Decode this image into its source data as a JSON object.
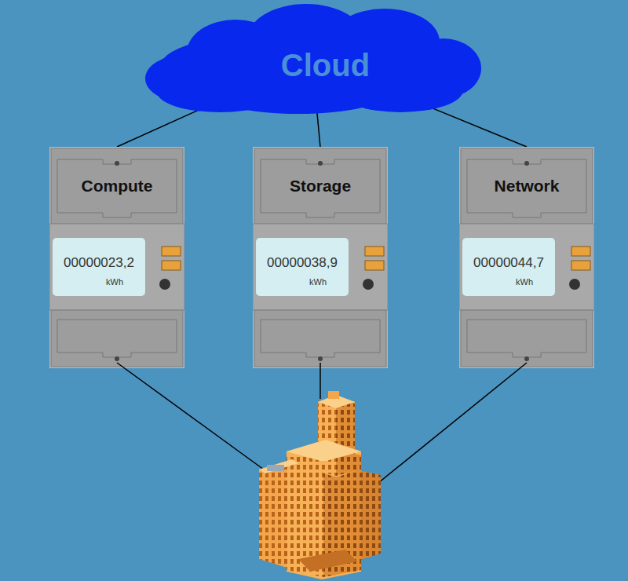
{
  "diagram": {
    "nodes": [
      {
        "text": [
          "Cloud"
        ]
      },
      {
        "text": [
          "Compute",
          "00000023,2",
          "kWh"
        ]
      },
      {
        "text": [
          "Storage",
          "00000038,9",
          "kWh"
        ]
      },
      {
        "text": [
          "Network",
          "00000044,7",
          "kWh"
        ]
      }
    ],
    "edges": [
      {
        "from": 0,
        "to": 1,
        "arrow": "none"
      },
      {
        "from": 0,
        "to": 2,
        "arrow": "none"
      },
      {
        "from": 0,
        "to": 3,
        "arrow": "none"
      }
    ]
  }
}
